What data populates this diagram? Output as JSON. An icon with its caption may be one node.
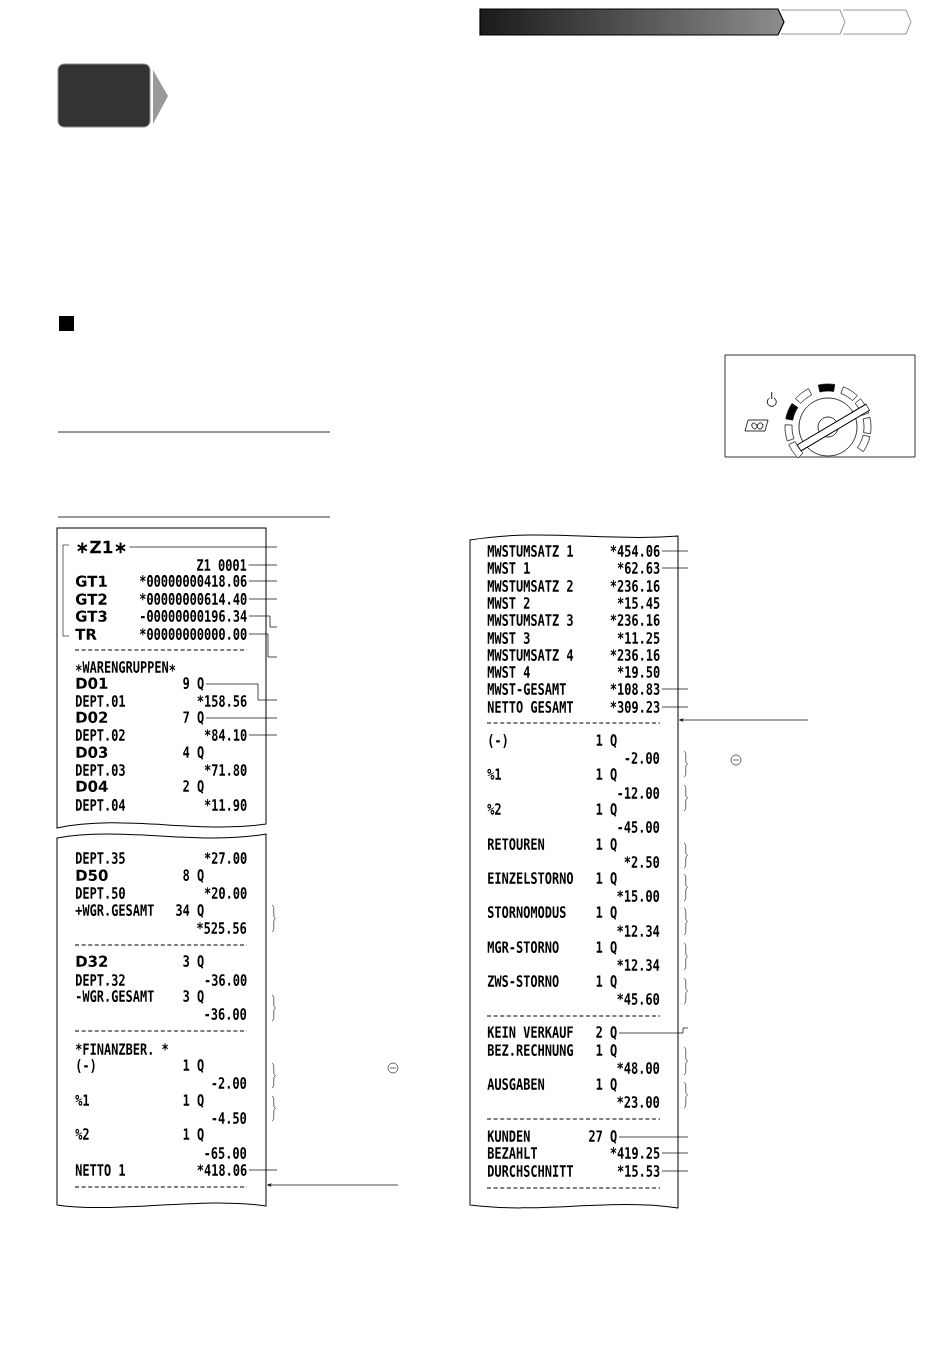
{
  "diagram": {
    "nodes": [
      {
        "text": [],
        "shape": "box"
      },
      {
        "text": [
          "∗Z1∗"
        ],
        "in": 0
      },
      {
        "text": [
          "Z1 0001"
        ],
        "in": 0
      },
      {
        "text": [
          "GT1",
          "*00000000418.06"
        ],
        "in": 0
      },
      {
        "text": [
          "GT2",
          "*00000000614.40"
        ],
        "in": 0
      },
      {
        "text": [
          "GT3",
          "-00000000196.34"
        ],
        "in": 0
      },
      {
        "text": [
          "TR",
          "*00000000000.00"
        ],
        "in": 0
      },
      {
        "text": [
          "∗WARENGRUPPEN∗"
        ],
        "in": 0
      },
      {
        "text": [
          "D01",
          "9 Q"
        ],
        "in": 0
      },
      {
        "text": [
          "DEPT.01",
          "*158.56"
        ],
        "in": 0
      },
      {
        "text": [
          "D02",
          "7 Q"
        ],
        "in": 0
      },
      {
        "text": [
          "DEPT.02",
          "*84.10"
        ],
        "in": 0
      },
      {
        "text": [
          "D03",
          "4 Q"
        ],
        "in": 0
      },
      {
        "text": [
          "DEPT.03",
          "*71.80"
        ],
        "in": 0
      },
      {
        "text": [
          "D04",
          "2 Q"
        ],
        "in": 0
      },
      {
        "text": [
          "DEPT.04",
          "*11.90"
        ],
        "in": 0
      },
      {
        "text": [],
        "shape": "box"
      },
      {
        "text": [
          "DEPT.35",
          "*27.00"
        ],
        "in": 16
      },
      {
        "text": [
          "D50",
          "8 Q"
        ],
        "in": 16
      },
      {
        "text": [
          "DEPT.50",
          "*20.00"
        ],
        "in": 16
      },
      {
        "text": [
          "+WGR.GESAMT",
          "34 Q"
        ],
        "in": 16
      },
      {
        "text": [
          "*525.56"
        ],
        "in": 16
      },
      {
        "text": [
          "D32",
          "3 Q"
        ],
        "in": 16
      },
      {
        "text": [
          "DEPT.32",
          "-36.00"
        ],
        "in": 16
      },
      {
        "text": [
          "-WGR.GESAMT",
          "3 Q"
        ],
        "in": 16
      },
      {
        "text": [
          "-36.00"
        ],
        "in": 16
      },
      {
        "text": [
          "*FINANZBER. *"
        ],
        "in": 16
      },
      {
        "text": [
          "(-)",
          "1 Q"
        ],
        "in": 16
      },
      {
        "text": [
          "-2.00"
        ],
        "in": 16
      },
      {
        "text": [
          "%1",
          "1 Q"
        ],
        "in": 16
      },
      {
        "text": [
          "-4.50"
        ],
        "in": 16
      },
      {
        "text": [
          "%2",
          "1 Q"
        ],
        "in": 16
      },
      {
        "text": [
          "-65.00"
        ],
        "in": 16
      },
      {
        "text": [
          "NETTO 1",
          "*418.06"
        ],
        "in": 16
      },
      {
        "text": [],
        "shape": "box"
      },
      {
        "text": [
          "MWSTUMSATZ 1",
          "*454.06"
        ],
        "in": 34
      },
      {
        "text": [
          "MWST 1",
          "*62.63"
        ],
        "in": 34
      },
      {
        "text": [
          "MWSTUMSATZ 2",
          "*236.16"
        ],
        "in": 34
      },
      {
        "text": [
          "MWST 2",
          "*15.45"
        ],
        "in": 34
      },
      {
        "text": [
          "MWSTUMSATZ 3",
          "*236.16"
        ],
        "in": 34
      },
      {
        "text": [
          "MWST 3",
          "*11.25"
        ],
        "in": 34
      },
      {
        "text": [
          "MWSTUMSATZ 4",
          "*236.16"
        ],
        "in": 34
      },
      {
        "text": [
          "MWST 4",
          "*19.50"
        ],
        "in": 34
      },
      {
        "text": [
          "MWST-GESAMT",
          "*108.83"
        ],
        "in": 34
      },
      {
        "text": [
          "NETTO GESAMT",
          "*309.23"
        ],
        "in": 34
      },
      {
        "text": [
          "(-)",
          "1 Q"
        ],
        "in": 34
      },
      {
        "text": [
          "-2.00"
        ],
        "in": 34
      },
      {
        "text": [
          "%1",
          "1 Q"
        ],
        "in": 34
      },
      {
        "text": [
          "-12.00"
        ],
        "in": 34
      },
      {
        "text": [
          "%2",
          "1 Q"
        ],
        "in": 34
      },
      {
        "text": [
          "-45.00"
        ],
        "in": 34
      },
      {
        "text": [
          "RETOUREN",
          "1 Q"
        ],
        "in": 34
      },
      {
        "text": [
          "*2.50"
        ],
        "in": 34
      },
      {
        "text": [
          "EINZELSTORNO",
          "1 Q"
        ],
        "in": 34
      },
      {
        "text": [
          "*15.00"
        ],
        "in": 34
      },
      {
        "text": [
          "STORNOMODUS",
          "1 Q"
        ],
        "in": 34
      },
      {
        "text": [
          "*12.34"
        ],
        "in": 34
      },
      {
        "text": [
          "MGR-STORNO",
          "1 Q"
        ],
        "in": 34
      },
      {
        "text": [
          "*12.34"
        ],
        "in": 34
      },
      {
        "text": [
          "ZWS-STORNO",
          "1 Q"
        ],
        "in": 34
      },
      {
        "text": [
          "*45.60"
        ],
        "in": 34
      },
      {
        "text": [
          "KEIN VERKAUF",
          "2 Q"
        ],
        "in": 34
      },
      {
        "text": [
          "BEZ.RECHNUNG",
          "1 Q"
        ],
        "in": 34
      },
      {
        "text": [
          "*48.00"
        ],
        "in": 34
      },
      {
        "text": [
          "AUSGABEN",
          "1 Q"
        ],
        "in": 34
      },
      {
        "text": [
          "*23.00"
        ],
        "in": 34
      },
      {
        "text": [
          "KUNDEN",
          "27 Q"
        ],
        "in": 34
      },
      {
        "text": [
          "BEZAHLT",
          "*419.25"
        ],
        "in": 34
      },
      {
        "text": [
          "DURCHSCHNITT",
          "*15.53"
        ],
        "in": 34
      }
    ],
    "edges": [
      {
        "from": 1,
        "to": null,
        "arrow": "none"
      },
      {
        "from": 2,
        "to": null,
        "arrow": "none"
      },
      {
        "from": 3,
        "to": null,
        "arrow": "none"
      },
      {
        "from": 4,
        "to": null,
        "arrow": "none"
      },
      {
        "from": 5,
        "to": null,
        "arrow": "none"
      },
      {
        "from": 6,
        "to": null,
        "arrow": "none"
      },
      {
        "from": 8,
        "to": null,
        "arrow": "none"
      },
      {
        "from": 10,
        "to": null,
        "arrow": "none"
      },
      {
        "from": 11,
        "to": null,
        "arrow": "none"
      },
      {
        "from": 33,
        "to": null,
        "arrow": "none"
      },
      {
        "from": null,
        "to": 16,
        "arrow": "to"
      },
      {
        "from": 35,
        "to": null,
        "arrow": "none"
      },
      {
        "from": 36,
        "to": null,
        "arrow": "none"
      },
      {
        "from": 43,
        "to": null,
        "arrow": "none"
      },
      {
        "from": 44,
        "to": null,
        "arrow": "none"
      },
      {
        "from": null,
        "to": 34,
        "arrow": "to"
      },
      {
        "from": 61,
        "to": null,
        "arrow": "none"
      },
      {
        "from": 66,
        "to": null,
        "arrow": "none"
      },
      {
        "from": 67,
        "to": null,
        "arrow": "none"
      },
      {
        "from": 68,
        "to": null,
        "arrow": "none"
      }
    ]
  }
}
